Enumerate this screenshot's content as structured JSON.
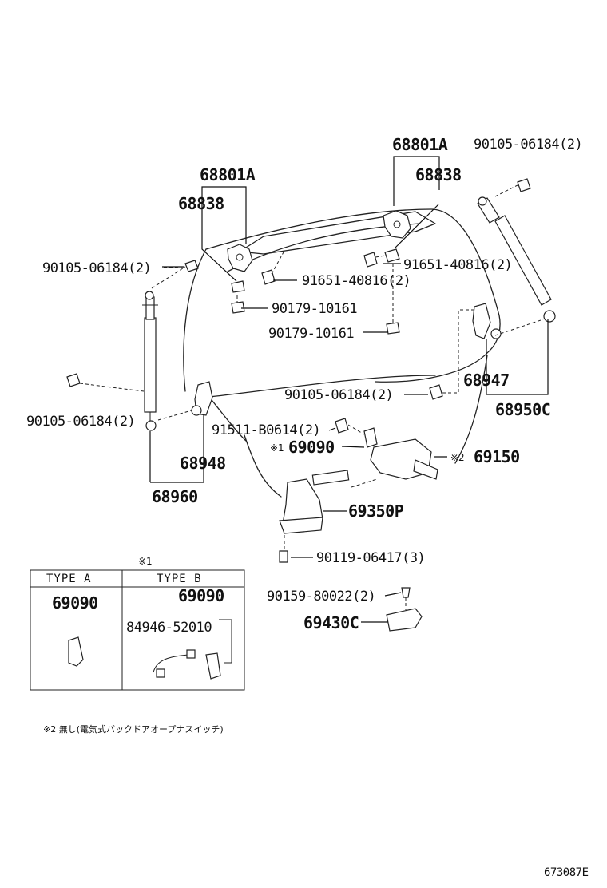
{
  "labels": {
    "p68801a_l": "68801A",
    "p68838_l": "68838",
    "p68801a_r": "68801A",
    "p68838_r": "68838",
    "p90105_tr": "90105-06184(2)",
    "p90105_l": "90105-06184(2)",
    "p91651_c": "91651-40816(2)",
    "p91651_r": "91651-40816(2)",
    "p90179_a": "90179-10161",
    "p90179_b": "90179-10161",
    "p90105_bl": "90105-06184(2)",
    "p90105_c": "90105-06184(2)",
    "p68947": "68947",
    "p68950c": "68950C",
    "p91511": "91511-B0614(2)",
    "p69090": "69090",
    "p69150": "69150",
    "p68948": "68948",
    "p68960": "68960",
    "p69350p": "69350P",
    "p90119": "90119-06417(3)",
    "p90159": "90159-80022(2)",
    "p69430c": "69430C"
  },
  "marks": {
    "m69090": "※1",
    "m69150": "※2",
    "table_ref": "※1"
  },
  "table": {
    "type_a": "TYPE A",
    "type_b": "TYPE B",
    "a_part": "69090",
    "b_part": "69090",
    "b_sub": "84946-52010"
  },
  "footnote": "※2 無し(電気式バックドアオープナスイッチ)",
  "diagram_code": "673087E"
}
